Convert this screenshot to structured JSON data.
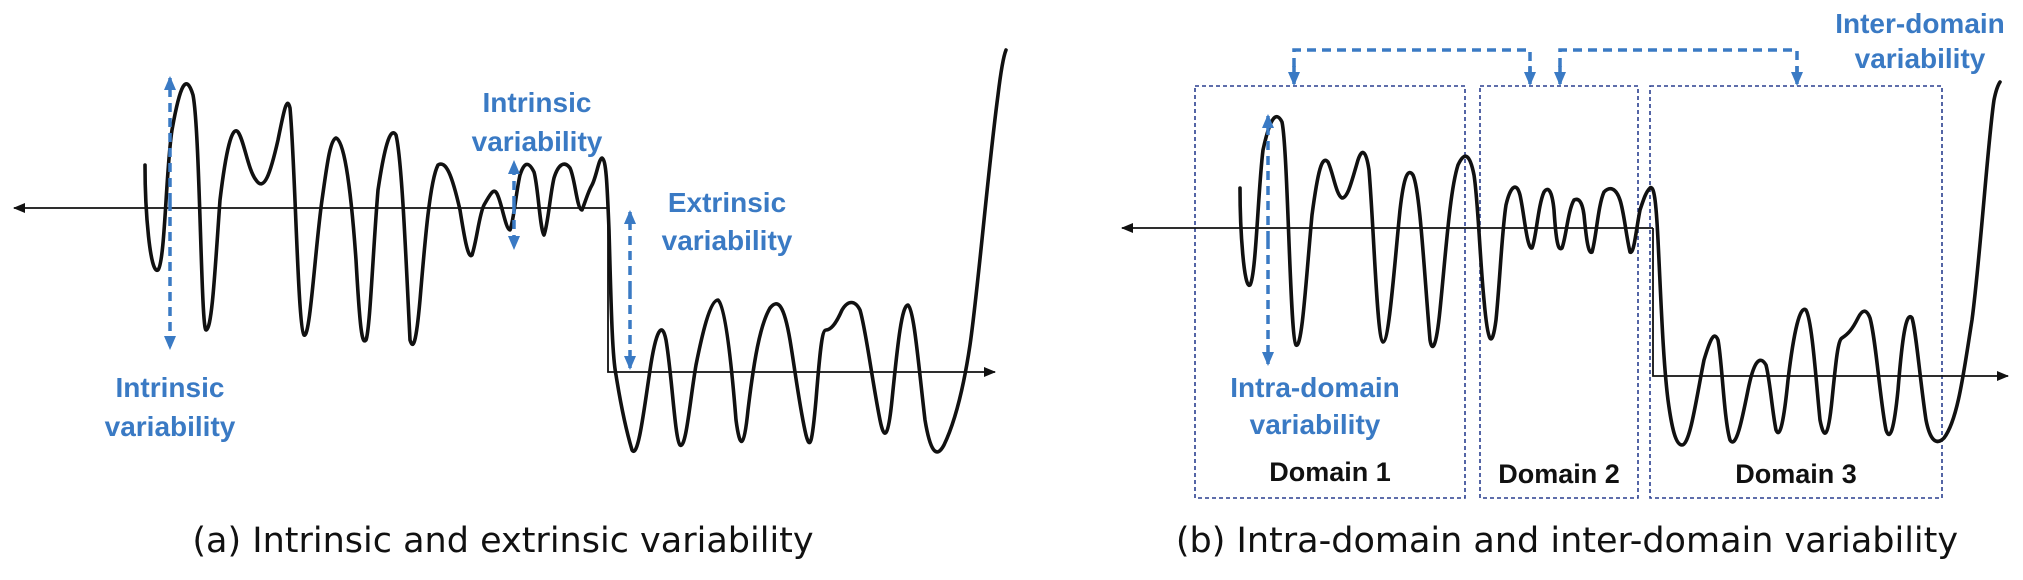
{
  "panel_a": {
    "label_intrinsic_left_line1": "Intrinsic",
    "label_intrinsic_left_line2": "variability",
    "label_intrinsic_top_line1": "Intrinsic",
    "label_intrinsic_top_line2": "variability",
    "label_extrinsic_line1": "Extrinsic",
    "label_extrinsic_line2": "variability",
    "caption": "(a) Intrinsic and extrinsic variability"
  },
  "panel_b": {
    "label_intra_line1": "Intra-domain",
    "label_intra_line2": "variability",
    "label_inter_line1": "Inter-domain",
    "label_inter_line2": "variability",
    "domains": [
      "Domain 1",
      "Domain 2",
      "Domain 3"
    ],
    "caption": "(b) Intra-domain and inter-domain variability"
  },
  "colors": {
    "annotation_blue": "#3a7ac4",
    "domain_box": "#2a3f8f",
    "signal": "#111111"
  }
}
